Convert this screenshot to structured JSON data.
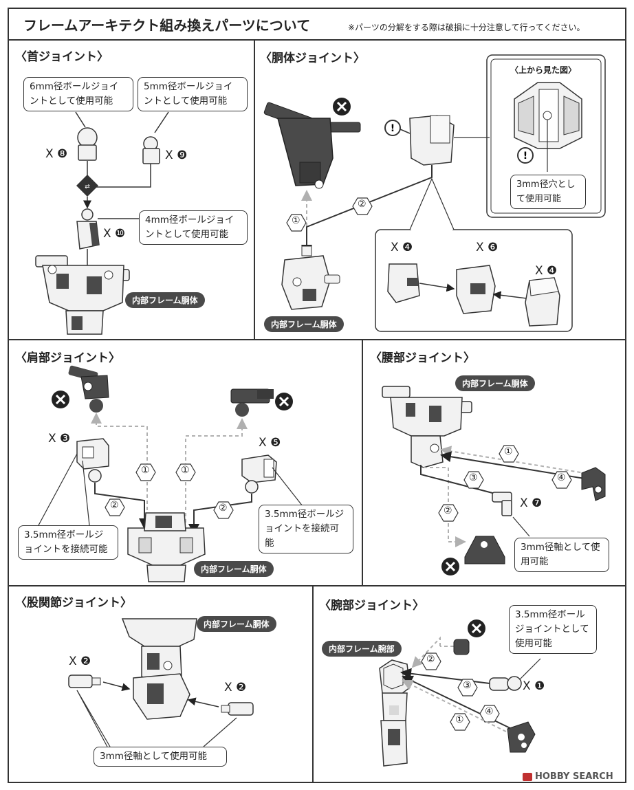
{
  "header": {
    "title": "フレームアーキテクト組み換えパーツについて",
    "note": "※パーツの分解をする際は破損に十分注意して行ってください。"
  },
  "neck": {
    "title": "〈首ジョイント〉",
    "callout_6mm": "6mm径ボールジョイントとして使用可能",
    "callout_5mm": "5mm径ボールジョイントとして使用可能",
    "callout_4mm": "4mm径ボールジョイントとして使用可能",
    "count_8": "X ❽",
    "count_9": "X ❾",
    "count_10": "X ❿",
    "frame_tag": "内部フレーム胴体"
  },
  "torso": {
    "title": "〈胴体ジョイント〉",
    "top_view_title": "〈上から見た図〉",
    "callout_3mm_hole": "3mm径穴として使用可能",
    "count_4a": "X ❹",
    "count_6": "X ❻",
    "count_4b": "X ❹",
    "step1": "①",
    "step2": "②",
    "frame_tag": "内部フレーム胴体"
  },
  "shoulder": {
    "title": "〈肩部ジョイント〉",
    "count_3": "X ❸",
    "count_5": "X ❺",
    "callout_left": "3.5mm径ボールジョイントを接続可能",
    "callout_right": "3.5mm径ボールジョイントを接続可能",
    "step1a": "①",
    "step1b": "①",
    "step2a": "②",
    "step2b": "②",
    "frame_tag": "内部フレーム胴体"
  },
  "waist": {
    "title": "〈腰部ジョイント〉",
    "frame_tag": "内部フレーム胴体",
    "count_7": "X ❼",
    "callout_3mm_axis": "3mm径軸として使用可能",
    "step1": "①",
    "step2": "②",
    "step3": "③",
    "step4": "④"
  },
  "hip": {
    "title": "〈股関節ジョイント〉",
    "frame_tag": "内部フレーム胴体",
    "count_2a": "X ❷",
    "count_2b": "X ❷",
    "callout_3mm_axis": "3mm径軸として使用可能"
  },
  "arm": {
    "title": "〈腕部ジョイント〉",
    "frame_tag": "内部フレーム腕部",
    "callout_35mm_ball": "3.5mm径ボールジョイントとして使用可能",
    "count_1": "X ❶",
    "step1": "①",
    "step2": "②",
    "step3": "③",
    "step4": "④"
  },
  "watermark": "HOBBY SEARCH",
  "colors": {
    "part_dark": "#4a4a4a",
    "part_light": "#f2f2f2",
    "line": "#333333",
    "dashed": "#b0b0b0"
  }
}
